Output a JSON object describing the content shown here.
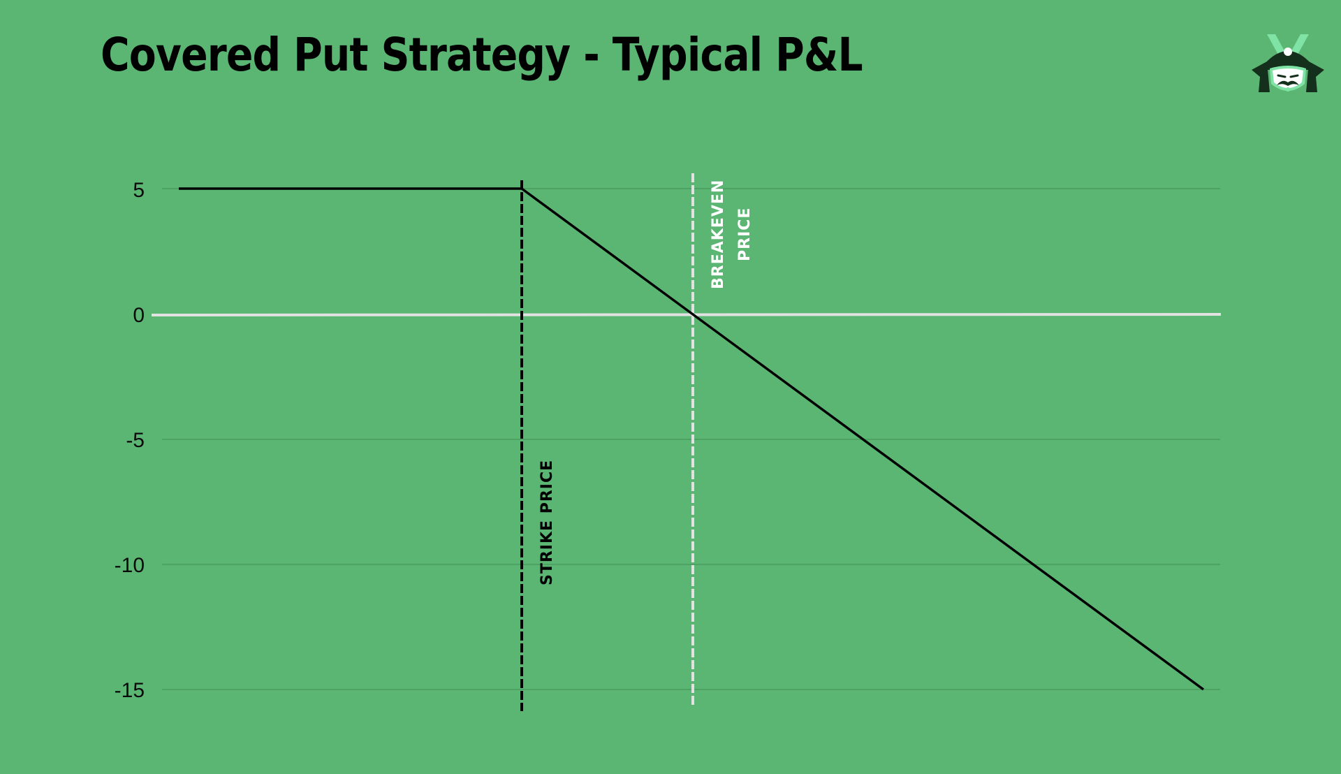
{
  "title": "Covered Put Strategy - Typical P&L",
  "logo": {
    "icon": "samurai-helmet-logo-icon"
  },
  "colors": {
    "background": "#5bb673",
    "gridline": "#4a9c5f",
    "zero_line": "#e2e2e2",
    "payoff_line": "#000000",
    "strike_line": "#000000",
    "breakeven_line": "#e2e2e2",
    "logo_dark": "#14301c",
    "logo_light": "#7fe3a6"
  },
  "annotations": {
    "strike_label": "STRIKE PRICE",
    "breakeven_label_line1": "BREAKEVEN",
    "breakeven_label_line2": "PRICE"
  },
  "y_ticks": [
    "5",
    "0",
    "-5",
    "-10",
    "-15"
  ],
  "chart_data": {
    "type": "line",
    "title": "Covered Put Strategy - Typical P&L",
    "xlabel": "",
    "ylabel": "",
    "ylim": [
      -15,
      5
    ],
    "y_ticks": [
      5,
      0,
      -5,
      -10,
      -15
    ],
    "grid": true,
    "legend": "none",
    "x_range_relative": [
      0,
      1
    ],
    "series": [
      {
        "name": "P&L",
        "points": [
          {
            "x": 0.0,
            "y": 5
          },
          {
            "x": 0.33,
            "y": 5
          },
          {
            "x": 0.5,
            "y": 0
          },
          {
            "x": 1.0,
            "y": -15
          }
        ]
      }
    ],
    "vertical_markers": [
      {
        "label": "STRIKE PRICE",
        "x": 0.33,
        "style": "dashed",
        "color": "#000000"
      },
      {
        "label": "BREAKEVEN PRICE",
        "x": 0.5,
        "style": "dashed",
        "color": "#e2e2e2"
      }
    ],
    "reference_lines": [
      {
        "y": 0,
        "color": "#e2e2e2"
      }
    ]
  }
}
